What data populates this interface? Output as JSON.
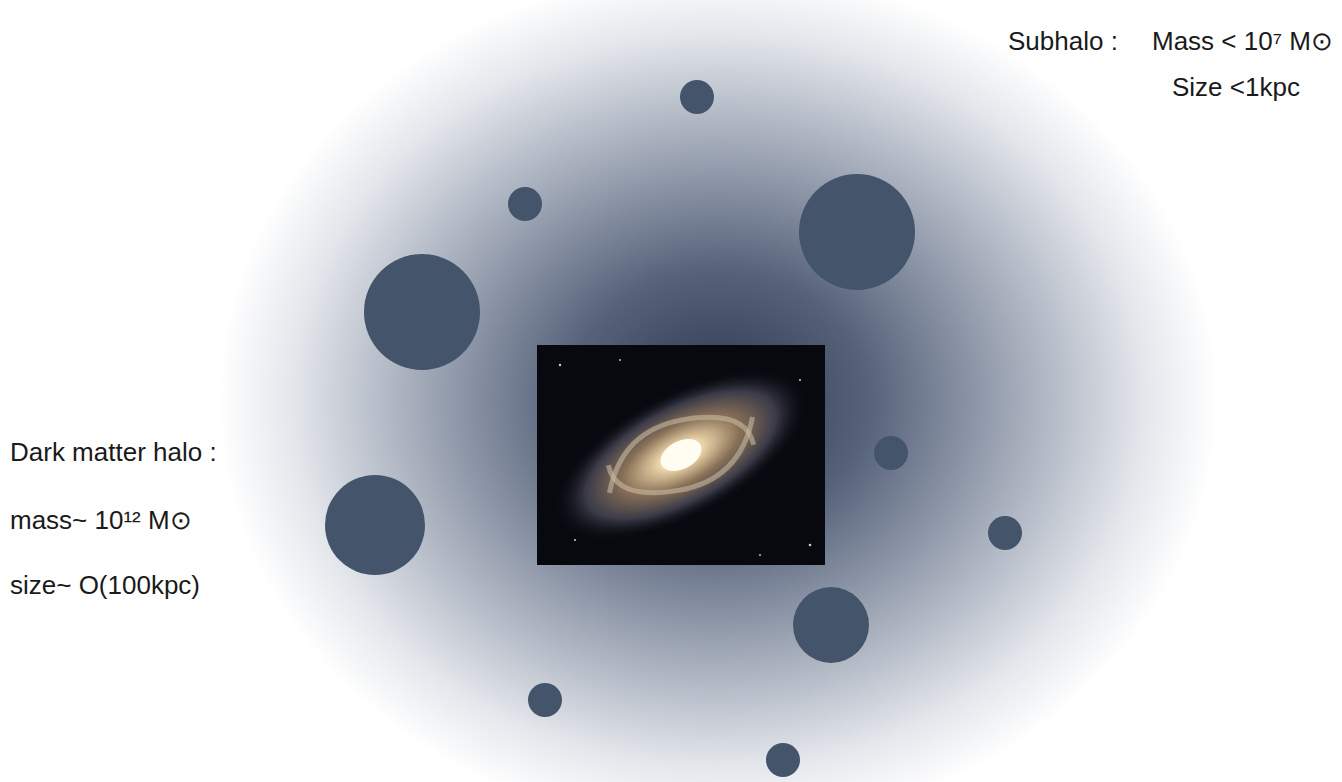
{
  "diagram": {
    "labels": [
      "Subhalo :",
      "Mass < 10⁷ M⊙",
      "Size <1kpc",
      "Dark matter halo :",
      "mass~ 10¹² M⊙",
      "size~ O(100kpc)"
    ]
  }
}
